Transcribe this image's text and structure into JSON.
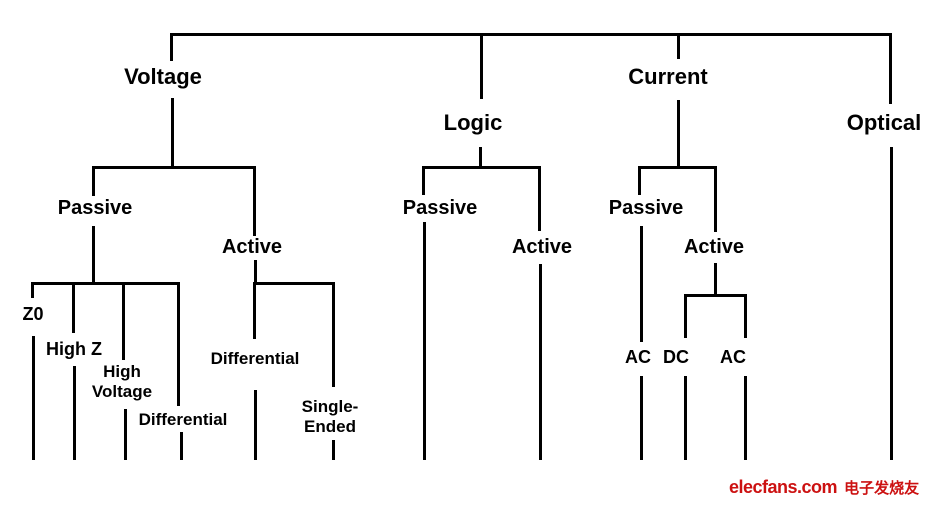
{
  "diagram_type": "tree",
  "colors": {
    "line": "#000000",
    "text": "#000000",
    "watermark": "#cc1111",
    "background": "#ffffff"
  },
  "tree": {
    "children": [
      {
        "label": "Voltage",
        "children": [
          {
            "label": "Passive",
            "children": [
              {
                "label": "Z0"
              },
              {
                "label": "High Z"
              },
              {
                "label": "High\nVoltage"
              },
              {
                "label": "Differential"
              }
            ]
          },
          {
            "label": "Active",
            "children": [
              {
                "label": "Differential"
              },
              {
                "label": "Single-\nEnded"
              }
            ]
          }
        ]
      },
      {
        "label": "Logic",
        "children": [
          {
            "label": "Passive"
          },
          {
            "label": "Active"
          }
        ]
      },
      {
        "label": "Current",
        "children": [
          {
            "label": "Passive",
            "children": [
              {
                "label": "AC"
              }
            ]
          },
          {
            "label": "Active",
            "children": [
              {
                "label": "DC"
              },
              {
                "label": "AC"
              }
            ]
          }
        ]
      },
      {
        "label": "Optical"
      }
    ]
  },
  "watermark": {
    "brand": "elecfans.com",
    "brand_cn": "电子发烧友"
  }
}
